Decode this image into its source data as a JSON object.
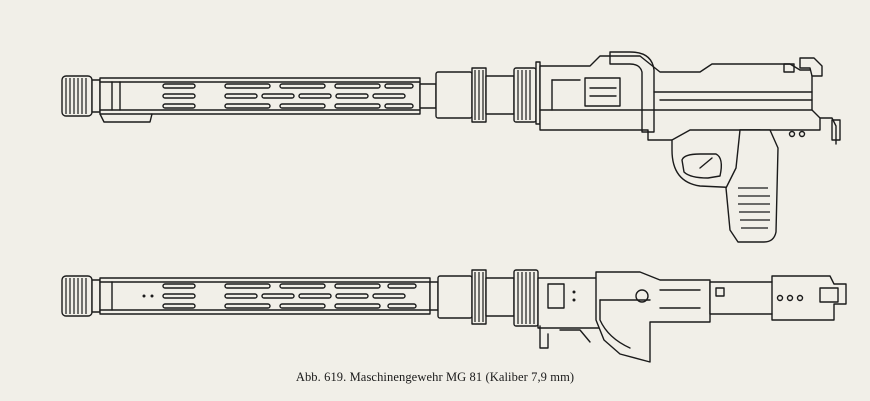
{
  "figure": {
    "caption": "Abb. 619. Maschinengewehr MG 81 (Kaliber 7,9 mm)",
    "views": [
      {
        "name": "side view with pistol grip"
      },
      {
        "name": "side view without grip"
      }
    ]
  }
}
